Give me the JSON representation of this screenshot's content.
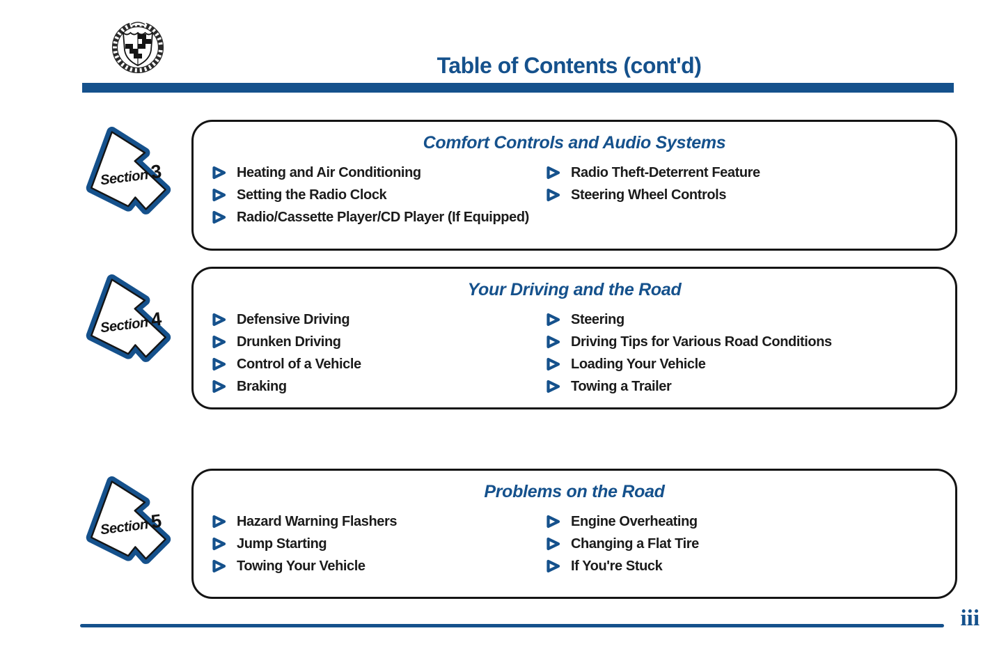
{
  "page": {
    "title": "Table of Contents (cont'd)",
    "page_number": "iii"
  },
  "colors": {
    "accent_blue": "#15518C",
    "text_black": "#1b1b1b"
  },
  "icons": {
    "logo": "cadillac-crest-logo",
    "bullet": "play-triangle-icon",
    "badge": "section-arrow-icon"
  },
  "sections": [
    {
      "badge_label": "Section",
      "badge_number": "3",
      "title": "Comfort Controls and Audio Systems",
      "left_items": [
        "Heating and Air Conditioning",
        "Setting the Radio Clock",
        "Radio/Cassette Player/CD Player (If Equipped)"
      ],
      "right_items": [
        "Radio Theft-Deterrent Feature",
        "Steering Wheel Controls"
      ]
    },
    {
      "badge_label": "Section",
      "badge_number": "4",
      "title": "Your Driving and the Road",
      "left_items": [
        "Defensive Driving",
        "Drunken Driving",
        "Control of a Vehicle",
        "Braking"
      ],
      "right_items": [
        "Steering",
        "Driving Tips for Various Road Conditions",
        "Loading Your Vehicle",
        "Towing a Trailer"
      ]
    },
    {
      "badge_label": "Section",
      "badge_number": "5",
      "title": "Problems on the Road",
      "left_items": [
        "Hazard Warning Flashers",
        "Jump Starting",
        "Towing Your Vehicle"
      ],
      "right_items": [
        "Engine Overheating",
        "Changing a Flat Tire",
        "If You're Stuck"
      ]
    }
  ]
}
